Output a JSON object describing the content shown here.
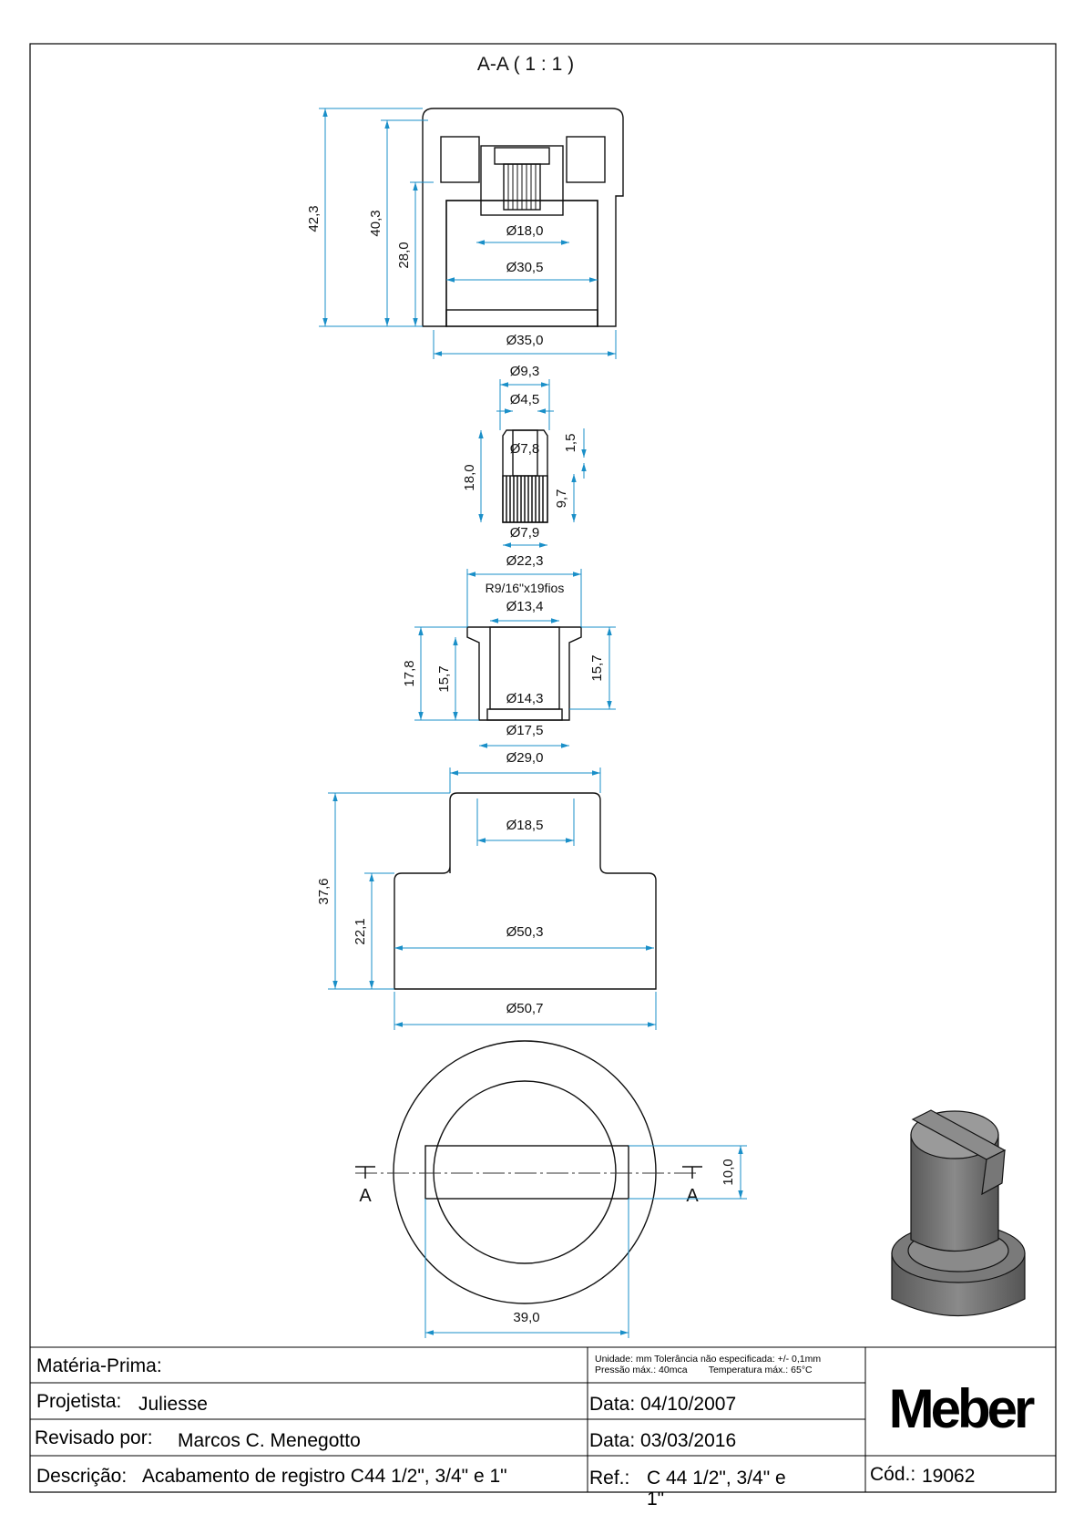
{
  "view_title": "A-A ( 1 : 1 )",
  "cap": {
    "h_total": "42,3",
    "h_inner": "40,3",
    "h_skirt": "28,0",
    "d_bore": "Ø18,0",
    "d_inner": "Ø30,5",
    "d_outer": "Ø35,0"
  },
  "pin": {
    "d_head": "Ø9,3",
    "d_hole": "Ø4,5",
    "d_groove": "Ø7,8",
    "groove_w": "1,5",
    "length": "18,0",
    "knurl_len": "9,7",
    "d_knurl": "Ø7,9"
  },
  "nut": {
    "d_flange": "Ø22,3",
    "thread": "R9/16\"x19fios",
    "d_bore_top": "Ø13,4",
    "h_total": "17,8",
    "h_body": "15,7",
    "h_body_right": "15,7",
    "d_bore_bottom": "Ø14,3",
    "d_body": "Ø17,5",
    "d_ext": "Ø29,0"
  },
  "knob": {
    "d_top": "Ø18,5",
    "h_total": "37,6",
    "h_base": "22,1",
    "d_base_inner": "Ø50,3",
    "d_base": "Ø50,7"
  },
  "top_view": {
    "section_left": "A",
    "section_right": "A",
    "slot_width": "10,0",
    "slot_length": "39,0"
  },
  "title_block": {
    "materia_label": "Matéria-Prima:",
    "materia_value": "",
    "notes_line1": "Unidade: mm Tolerância não especificada: +/- 0,1mm",
    "notes_line2": "Pressão máx.: 40mca        Temperatura máx.: 65°C",
    "projetista_label": "Projetista:",
    "projetista_value": "Juliesse",
    "data1": "Data: 04/10/2007",
    "revisado_label": "Revisado por:",
    "revisado_value": "Marcos C. Menegotto",
    "data2": "Data: 03/03/2016",
    "descricao_label": "Descrição:",
    "descricao_value": "Acabamento de registro C44 1/2\", 3/4\" e 1\"",
    "ref_label": "Ref.:",
    "ref_value": "C 44 1/2\", 3/4\" e",
    "ref_wrap": "1\"",
    "cod_label": "Cód.:",
    "cod_value": "19062",
    "logo": "Meber"
  },
  "colors": {
    "dimension": "#1a8fc8",
    "hatch": "#5a9a5a",
    "outline": "#111111"
  }
}
